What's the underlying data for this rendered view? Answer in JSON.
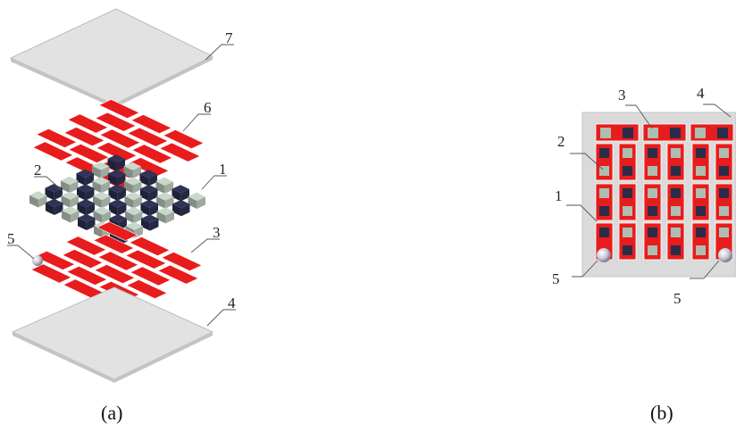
{
  "diagram": {
    "panel_a": {
      "caption": "(a)",
      "labels": [
        "7",
        "6",
        "2",
        "1",
        "5",
        "3",
        "4"
      ]
    },
    "panel_b": {
      "caption": "(b)",
      "labels": [
        "3",
        "4",
        "2",
        "1",
        "5",
        "5"
      ]
    }
  },
  "colors": {
    "plate": "#dcdcdc",
    "plate_edge": "#b7b7b7",
    "red_strip": "#e81c1c",
    "n_type_leg": "#2a2c4a",
    "p_type_leg": "#aebdb1",
    "ball": "#c9c8d3"
  }
}
